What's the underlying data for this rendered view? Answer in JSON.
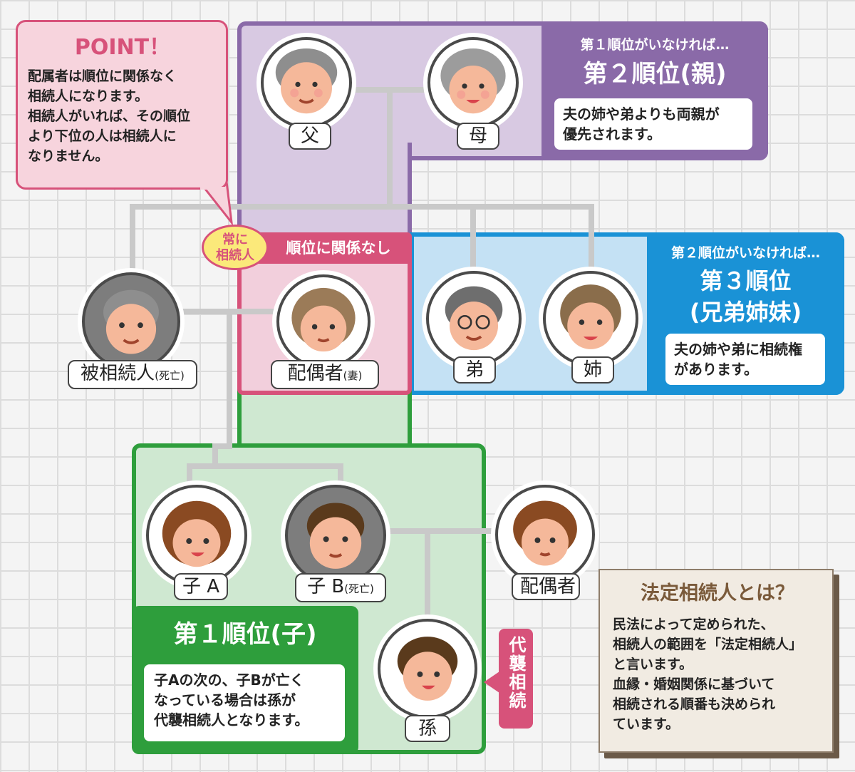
{
  "point": {
    "title": "POINT！",
    "body": "配属者は順位に関係なく\n相続人になります。\n相続人がいれば、その順位\nより下位の人は相続人に\nなりません。"
  },
  "rank2": {
    "pre": "第１順位がいなければ…",
    "title": "第２順位(親)",
    "note": "夫の姉や弟よりも両親が\n優先されます。"
  },
  "rank3": {
    "pre": "第２順位がいなければ…",
    "title": "第３順位\n(兄弟姉妹)",
    "note": "夫の姉や弟に相続権\nがあります。"
  },
  "rank1": {
    "title": "第１順位(子)",
    "note": "子Aの次の、子Bが亡く\nなっている場合は孫が\n代襲相続人となります。"
  },
  "spouse_region": {
    "always": "常に\n相続人",
    "title": "順位に関係なし"
  },
  "daishu": "代襲相続",
  "legal": {
    "title": "法定相続人とは？",
    "body": "民法によって定められた、\n相続人の範囲を「法定相続人」\nと言います。\n血縁・婚姻関係に基づいて\n相続される順番も決められ\nています。"
  },
  "people": {
    "father": "父",
    "mother": "母",
    "deceased_name": "被相続人",
    "deceased_tag": "(死亡)",
    "spouse_name": "配偶者",
    "spouse_tag": "(妻)",
    "brother": "弟",
    "sister": "姉",
    "childA": "子 A",
    "childB_name": "子 B",
    "childB_tag": "(死亡)",
    "childB_spouse": "配偶者",
    "grandchild": "孫"
  },
  "colors": {
    "purple": "#8a6aa8",
    "purple_light": "#d8c9e2",
    "blue": "#1a92d6",
    "blue_light": "#c4e1f4",
    "pink": "#d7527a",
    "pink_light": "#f2cfdc",
    "green": "#2e9e3c",
    "green_light": "#cfe8d1"
  }
}
